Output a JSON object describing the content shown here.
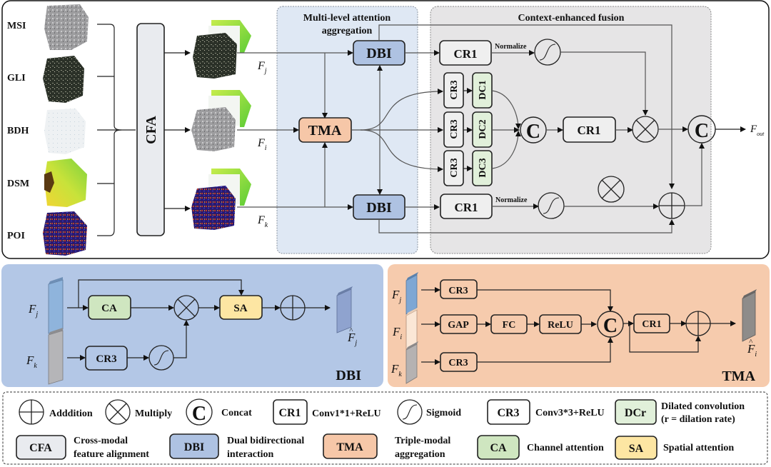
{
  "colors": {
    "cfa": "#e9ebef",
    "dbi": "#aec2e2",
    "tma": "#f6c7a8",
    "ca": "#cfe6c0",
    "sa": "#fde6a3",
    "dc": "#e1f0da",
    "neutral": "#efefef",
    "mla_bg": "#dfe8f4",
    "cef_bg": "#e6e5e6",
    "dbi_panel": "#b3c7e6",
    "tma_panel": "#f6cbad"
  },
  "inputs": [
    {
      "label": "MSI",
      "image": "gray-satellite-map-icon"
    },
    {
      "label": "GLI",
      "image": "dark-nightlight-map-icon"
    },
    {
      "label": "BDH",
      "image": "light-building-map-icon"
    },
    {
      "label": "DSM",
      "image": "green-yellow-elevation-map-icon"
    },
    {
      "label": "POI",
      "image": "colorful-poi-density-map-icon"
    }
  ],
  "cfa_label": "CFA",
  "features": {
    "fj": {
      "base": "F",
      "sub": "j"
    },
    "fi": {
      "base": "F",
      "sub": "i"
    },
    "fk": {
      "base": "F",
      "sub": "k"
    },
    "fout": {
      "base": "F",
      "sub": "out"
    }
  },
  "mla": {
    "title_line1": "Multi-level attention",
    "title_line2": "aggregation",
    "dbi_top": "DBI",
    "tma": "TMA",
    "dbi_bottom": "DBI"
  },
  "cef": {
    "title": "Context-enhanced fusion",
    "cr1_top": "CR1",
    "normalize_top": "Normalize",
    "cr3_labels": [
      "CR3",
      "CR3",
      "CR3"
    ],
    "dc_labels": [
      "DC1",
      "DC2",
      "DC3"
    ],
    "concat1": "C",
    "cr1_mid": "CR1",
    "concat2": "C",
    "cr1_bottom": "CR1",
    "normalize_bottom": "Normalize"
  },
  "dbi_panel": {
    "title": "DBI",
    "in_top": {
      "base": "F",
      "sub": "j"
    },
    "in_bottom": {
      "base": "F",
      "sub": "k"
    },
    "ca": "CA",
    "cr3": "CR3",
    "sa": "SA",
    "out": {
      "base": "F",
      "sub": "j",
      "hat": "^"
    }
  },
  "tma_panel": {
    "title": "TMA",
    "in_top": {
      "base": "F",
      "sub": "j"
    },
    "in_mid": {
      "base": "F",
      "sub": "i"
    },
    "in_bottom": {
      "base": "F",
      "sub": "k"
    },
    "cr3_top": "CR3",
    "gap": "GAP",
    "fc": "FC",
    "relu": "ReLU",
    "concat": "C",
    "cr3_bottom": "CR3",
    "cr1": "CR1",
    "out": {
      "base": "F",
      "sub": "i",
      "hat": "^"
    }
  },
  "legend": {
    "row1": [
      {
        "symbol": "addition-icon",
        "text": "Adddition"
      },
      {
        "symbol": "multiply-icon",
        "text": "Multiply"
      },
      {
        "symbol": "concat-icon",
        "symbol_text": "C",
        "text": "Concat"
      },
      {
        "symbol": "box",
        "symbol_text": "CR1",
        "text": "Conv1*1+ReLU"
      },
      {
        "symbol": "sigmoid-icon",
        "text": "Sigmoid"
      },
      {
        "symbol": "box",
        "symbol_text": "CR3",
        "text": "Conv3*3+ReLU"
      },
      {
        "symbol": "box",
        "symbol_text": "DCr",
        "text_line1": "Dilated convolution",
        "text_line2": "(r = dilation rate)"
      }
    ],
    "row2": [
      {
        "symbol_text": "CFA",
        "text_line1": "Cross-modal",
        "text_line2": "feature alignment"
      },
      {
        "symbol_text": "DBI",
        "text_line1": "Dual bidirectional",
        "text_line2": "interaction"
      },
      {
        "symbol_text": "TMA",
        "text_line1": "Triple-modal",
        "text_line2": "aggregation"
      },
      {
        "symbol_text": "CA",
        "text": "Channel attention"
      },
      {
        "symbol_text": "SA",
        "text": "Spatial attention"
      }
    ]
  }
}
